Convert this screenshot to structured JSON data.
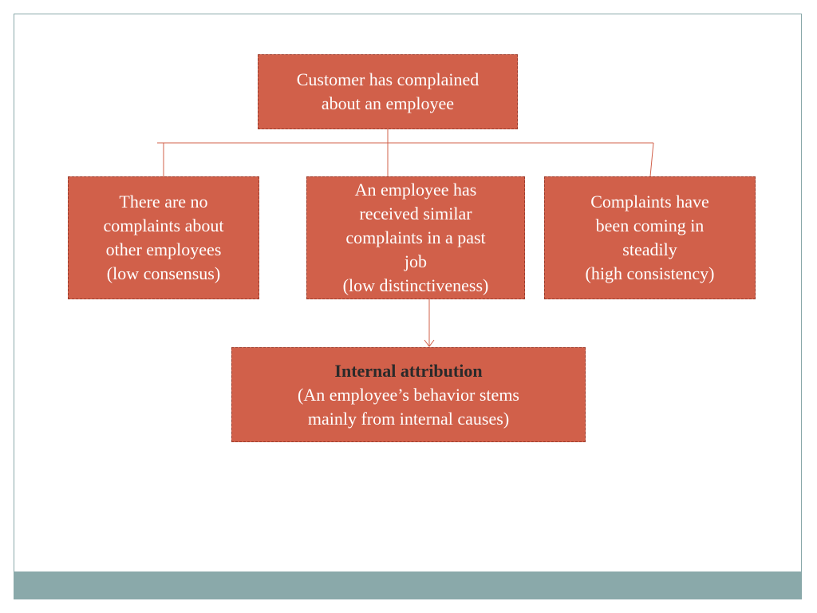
{
  "diagram": {
    "root": {
      "text": "Customer has complained\nabout an employee"
    },
    "factors": [
      {
        "text": "There are no\ncomplaints about\nother employees\n(low consensus)"
      },
      {
        "text": "An employee has\nreceived similar\ncomplaints in a past\njob\n(low distinctiveness)"
      },
      {
        "text": "Complaints have\nbeen coming in\nsteadily\n(high consistency)"
      }
    ],
    "result": {
      "title": "Internal attribution",
      "text": "(An employee’s behavior stems\nmainly from internal causes)"
    }
  },
  "colors": {
    "box_fill": "#d1604a",
    "box_border": "#9b3b2b",
    "connector": "#d1604a",
    "footer_bar": "#8aa9aa"
  }
}
